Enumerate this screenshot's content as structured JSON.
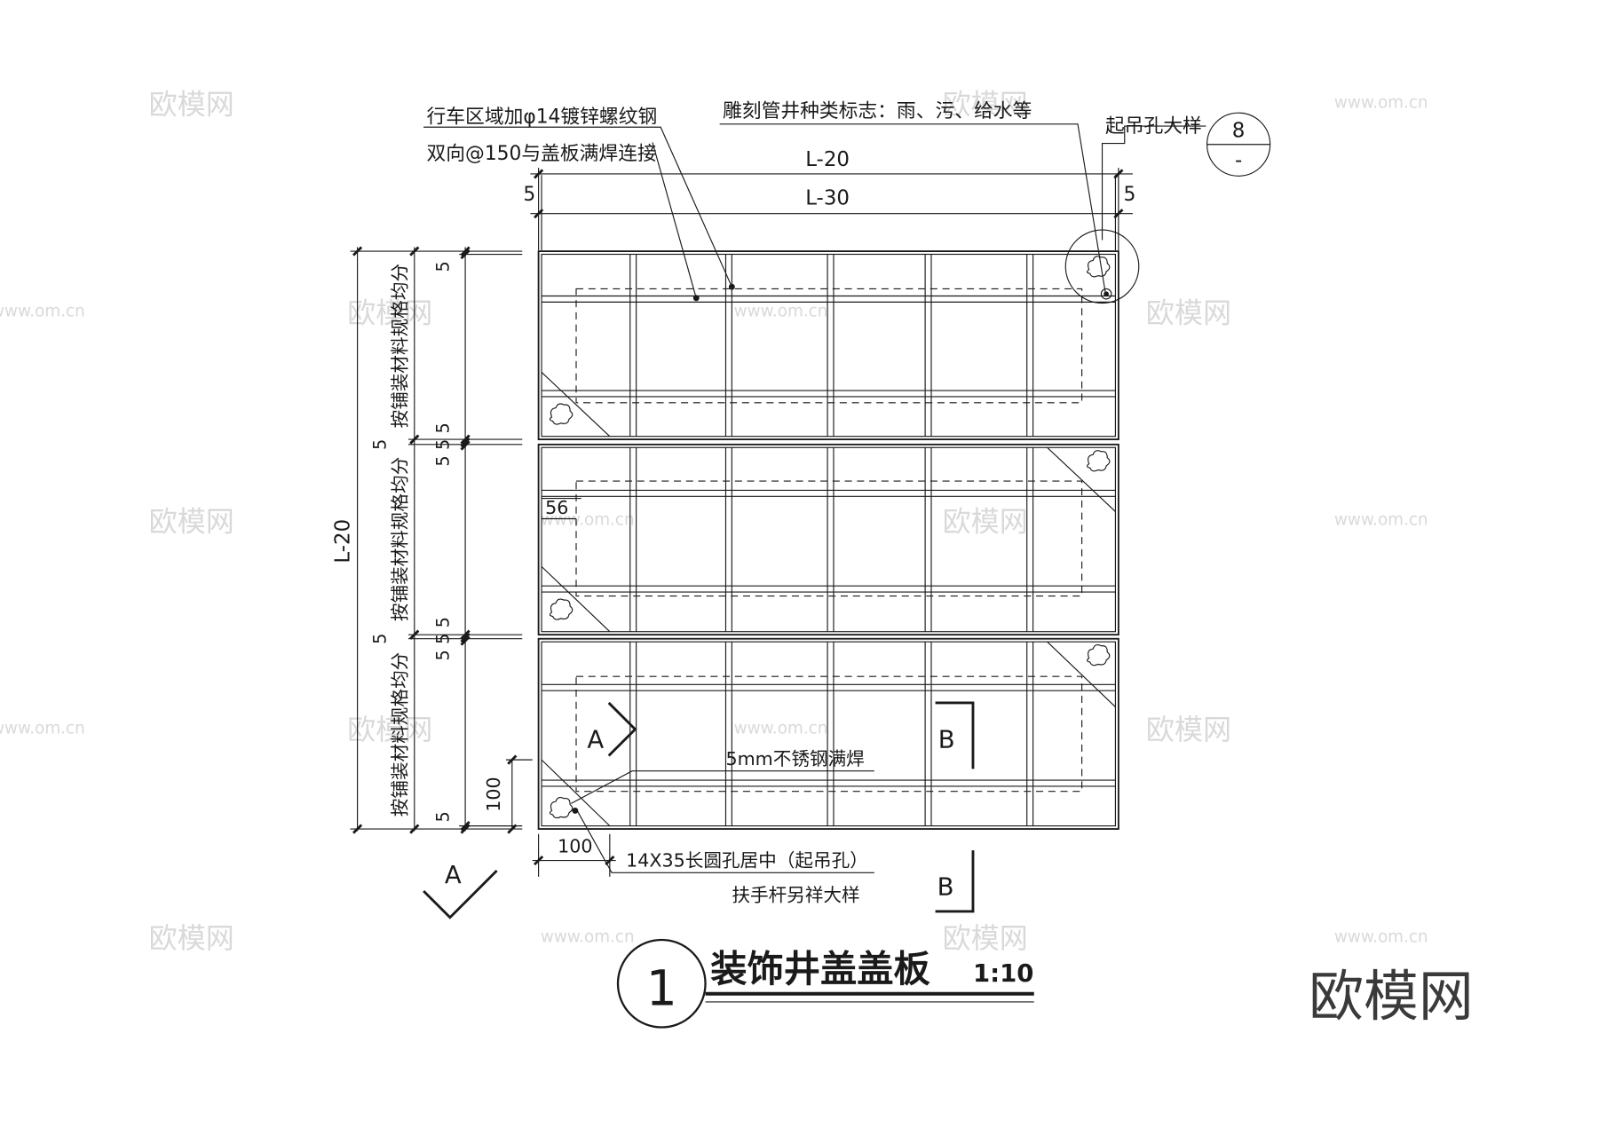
{
  "drawing": {
    "title": "装饰井盖盖板",
    "scale": "1:10",
    "detail_number": "1"
  },
  "annotations": {
    "rebar_note_line1": "行车区域加φ14镀锌螺纹钢",
    "rebar_note_line2": "双向@150与盖板满焊连接",
    "engrave_note": "雕刻管井种类标志：雨、污、给水等",
    "lift_hole_detail": "起吊孔大样",
    "detail_ref_top": "8",
    "detail_ref_bottom": "-",
    "weld_note": "5mm不锈钢满焊",
    "slot_note": "14X35长圆孔居中（起吊孔）",
    "handrail_note": "扶手杆另祥大样",
    "section_a": "A",
    "section_b": "B"
  },
  "dimensions": {
    "top_inner": "L-20",
    "top_outer": "L-30",
    "top_left_gap": "5",
    "top_right_gap": "5",
    "left_overall": "L-20",
    "panel_dim_text": "按铺装材料规格均分",
    "edge_5": "5",
    "joint_555": "5 5 5",
    "joint_mid_5": "5",
    "inset_56": "56",
    "corner_100_v": "100",
    "corner_100_h": "100"
  },
  "watermark": {
    "brand": "欧模网",
    "site": "www.om.cn"
  }
}
